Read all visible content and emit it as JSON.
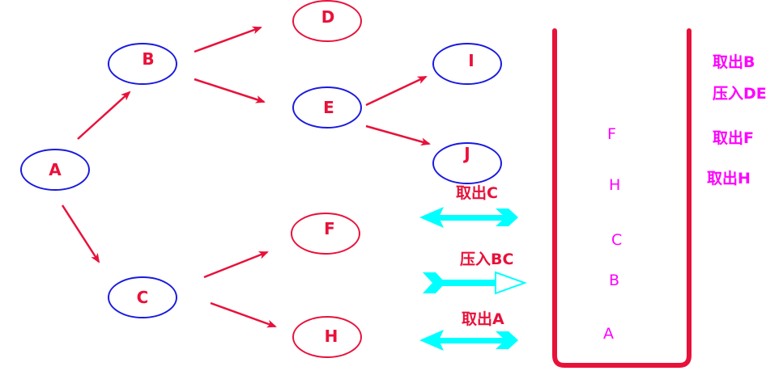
{
  "nodes": [
    {
      "id": "A",
      "label": "A",
      "style": "blue"
    },
    {
      "id": "B",
      "label": "B",
      "style": "blue"
    },
    {
      "id": "C",
      "label": "C",
      "style": "blue"
    },
    {
      "id": "D",
      "label": "D",
      "style": "red"
    },
    {
      "id": "E",
      "label": "E",
      "style": "blue"
    },
    {
      "id": "F",
      "label": "F",
      "style": "red"
    },
    {
      "id": "H",
      "label": "H",
      "style": "red"
    },
    {
      "id": "I",
      "label": "I",
      "style": "blue"
    },
    {
      "id": "J",
      "label": "J",
      "style": "blue"
    }
  ],
  "edges": [
    {
      "from": "A",
      "to": "B"
    },
    {
      "from": "A",
      "to": "C"
    },
    {
      "from": "B",
      "to": "D"
    },
    {
      "from": "B",
      "to": "E"
    },
    {
      "from": "E",
      "to": "I"
    },
    {
      "from": "E",
      "to": "J"
    },
    {
      "from": "C",
      "to": "F"
    },
    {
      "from": "C",
      "to": "H"
    }
  ],
  "stack_contents": {
    "item_1": "F",
    "item_2": "H",
    "item_3": "C",
    "item_4": "B",
    "item_5": "A"
  },
  "arrow_operations": {
    "pop_c": "取出C",
    "push_bc": "压入BC",
    "pop_a": "取出A"
  },
  "side_operations": {
    "pop_b": "取出B",
    "push_de": "压入DE",
    "pop_f": "取出F",
    "pop_h": "取出H"
  },
  "colors": {
    "blue_node": "#1a1adf",
    "red_node": "#e8113a",
    "edge": "#e8113a",
    "stack": "#e8113a",
    "stack_text": "#ff00ff",
    "cyan_arrow": "#00ffff"
  }
}
